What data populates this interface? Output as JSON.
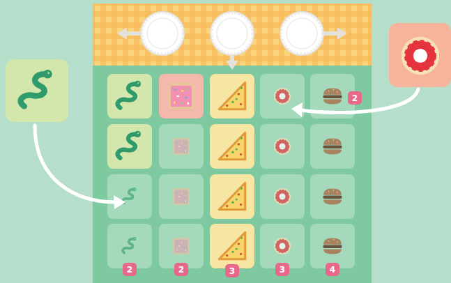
{
  "diagram": {
    "labels": [
      "2",
      "2",
      "2",
      "3",
      "3",
      "4"
    ]
  }
}
